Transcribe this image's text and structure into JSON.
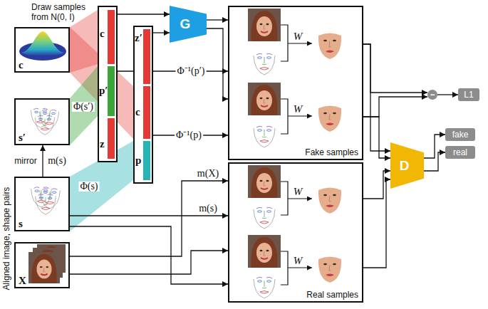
{
  "diagram": {
    "nodes": [
      {
        "text": [
          "c"
        ]
      },
      {
        "text": [
          "s′"
        ]
      },
      {
        "text": [
          "s"
        ]
      },
      {
        "text": [
          "X"
        ]
      },
      {
        "text": [
          "c",
          "p′",
          "z"
        ]
      },
      {
        "text": [
          "z′",
          "c",
          "p"
        ]
      },
      {
        "text": [
          "G"
        ]
      },
      {
        "text": [
          "Fake samples"
        ]
      },
      {
        "text": [
          "Real samples"
        ]
      },
      {
        "text": [
          "D"
        ]
      },
      {
        "text": [
          "fake"
        ]
      },
      {
        "text": [
          "real"
        ]
      },
      {
        "text": [
          "−"
        ]
      },
      {
        "text": [
          "L1"
        ]
      }
    ],
    "edges": [
      {
        "from": 0,
        "to": 4,
        "arrow": "none"
      },
      {
        "from": 0,
        "to": 5,
        "arrow": "none"
      },
      {
        "from": 1,
        "to": 4,
        "label": "Φ(s′)",
        "arrow": "none"
      },
      {
        "from": 2,
        "to": 5,
        "label": "Φ(s)",
        "arrow": "none"
      },
      {
        "from": 2,
        "to": 1,
        "label": "m(s)",
        "arrow": "to"
      },
      {
        "from": 4,
        "to": 6,
        "arrow": "to"
      },
      {
        "from": 5,
        "to": 6,
        "arrow": "to"
      },
      {
        "from": 6,
        "to": 7,
        "arrow": "to"
      },
      {
        "from": 6,
        "to": 7,
        "arrow": "to"
      },
      {
        "from": 4,
        "to": 7,
        "label": "Φ⁻¹(p′)",
        "arrow": "to"
      },
      {
        "from": 5,
        "to": 7,
        "label": "Φ⁻¹(p)",
        "arrow": "to"
      },
      {
        "from": 3,
        "to": 8,
        "label": "m(X)",
        "arrow": "to"
      },
      {
        "from": 3,
        "to": 8,
        "arrow": "to"
      },
      {
        "from": 2,
        "to": 8,
        "label": "m(s)",
        "arrow": "to"
      },
      {
        "from": 2,
        "to": 8,
        "arrow": "to"
      },
      {
        "from": 7,
        "to": 12,
        "arrow": "to"
      },
      {
        "from": 7,
        "to": 12,
        "arrow": "to"
      },
      {
        "from": 7,
        "to": 9,
        "arrow": "to"
      },
      {
        "from": 7,
        "to": 9,
        "arrow": "to"
      },
      {
        "from": 8,
        "to": 9,
        "arrow": "to"
      },
      {
        "from": 8,
        "to": 9,
        "arrow": "to"
      },
      {
        "from": 12,
        "to": 13,
        "arrow": "to"
      },
      {
        "from": 9,
        "to": 10,
        "arrow": "to"
      },
      {
        "from": 9,
        "to": 11,
        "arrow": "to"
      }
    ],
    "labels": [
      "Draw samples from N(0, I)",
      "Aligned image, shape pairs",
      "mirror",
      "W",
      "W",
      "W",
      "W"
    ]
  }
}
